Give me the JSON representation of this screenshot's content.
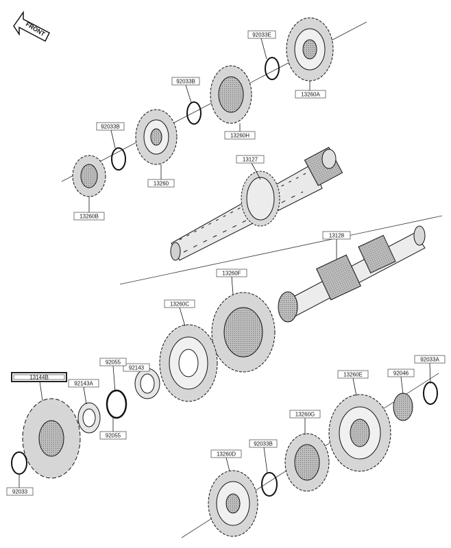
{
  "front_arrow": {
    "text": "FRONT",
    "icon": "front-arrow-icon"
  },
  "parts": [
    {
      "id": "p92033e",
      "code": "92033E"
    },
    {
      "id": "p13260a",
      "code": "13260A"
    },
    {
      "id": "p92033b1",
      "code": "92033B"
    },
    {
      "id": "p13260h",
      "code": "13260H"
    },
    {
      "id": "p92033b2",
      "code": "92033B"
    },
    {
      "id": "p13260",
      "code": "13260"
    },
    {
      "id": "p13260b",
      "code": "13260B"
    },
    {
      "id": "p13127",
      "code": "13127"
    },
    {
      "id": "p13128",
      "code": "13128"
    },
    {
      "id": "p13260f",
      "code": "13260F"
    },
    {
      "id": "p13260c",
      "code": "13260C"
    },
    {
      "id": "p92143",
      "code": "92143"
    },
    {
      "id": "p92055a",
      "code": "92055"
    },
    {
      "id": "p92055b",
      "code": "92055"
    },
    {
      "id": "p92143a",
      "code": "92143A"
    },
    {
      "id": "p13144b",
      "code": "13144B"
    },
    {
      "id": "p92033",
      "code": "92033"
    },
    {
      "id": "p13260e",
      "code": "13260E"
    },
    {
      "id": "p92046",
      "code": "92046"
    },
    {
      "id": "p92033a",
      "code": "92033A"
    },
    {
      "id": "p13260g",
      "code": "13260G"
    },
    {
      "id": "p92033b3",
      "code": "92033B"
    },
    {
      "id": "p13260d",
      "code": "13260D"
    }
  ]
}
